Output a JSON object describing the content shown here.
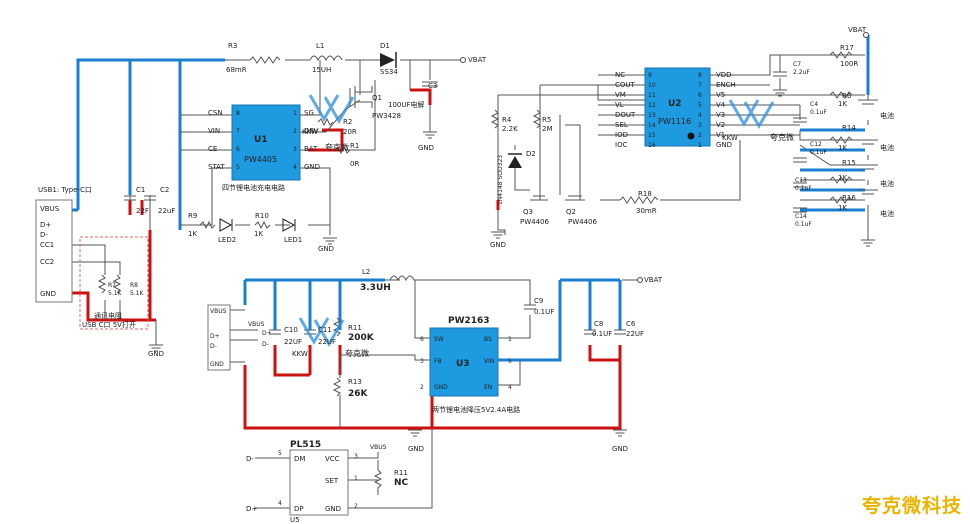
{
  "colors": {
    "chip": "#1e9be0",
    "bus_blue": "#1a7fd1",
    "bus_red": "#cc1111",
    "watermark": "#2a8fe0",
    "corner_text": "#e8b400"
  },
  "circuit1": {
    "caption": "四节锂电池充电电路",
    "usb_label": "USB1: Type-C口",
    "usb_pins": [
      "VBUS",
      "D+",
      "D-",
      "CC1",
      "CC2",
      "GND"
    ],
    "cc_note": "通讯电阻",
    "cc_note2": "USB C口 5V打开",
    "u1": {
      "name": "U1",
      "part": "PW4405",
      "pins_left": [
        {
          "n": "8",
          "l": "CSN"
        },
        {
          "n": "7",
          "l": "VIN"
        },
        {
          "n": "6",
          "l": "CE"
        },
        {
          "n": "5",
          "l": "STAT"
        }
      ],
      "pins_right": [
        {
          "n": "1",
          "l": "SG"
        },
        {
          "n": "2",
          "l": "DRV"
        },
        {
          "n": "3",
          "l": "BAT"
        },
        {
          "n": "4",
          "l": "GND"
        }
      ]
    },
    "r3": {
      "ref": "R3",
      "val": "68mR"
    },
    "l1": {
      "ref": "L1",
      "val": "15UH"
    },
    "d1": {
      "ref": "D1",
      "val": "SS34"
    },
    "q1": {
      "ref": "Q1",
      "val": "PW3428"
    },
    "c3": {
      "ref": "C3",
      "val": "100UF电解"
    },
    "r2": {
      "ref": "R2",
      "val": "20R"
    },
    "r1": {
      "ref": "R1",
      "val": "0R"
    },
    "c1": {
      "ref": "C1",
      "val": "22F"
    },
    "c2": {
      "ref": "C2",
      "val": "22uF"
    },
    "r9": {
      "ref": "R9",
      "val": "1K"
    },
    "r10": {
      "ref": "R10",
      "val": "1K"
    },
    "led2": "LED2",
    "led1": "LED1",
    "r7": {
      "ref": "R7",
      "val": "5.1K"
    },
    "r8": {
      "ref": "R8",
      "val": "5.1K"
    },
    "gnd": "GND",
    "vbat": "VBAT"
  },
  "circuit2": {
    "u2": {
      "name": "U2",
      "part": "PW1116",
      "pins_left": [
        {
          "n": "9",
          "l": "NC"
        },
        {
          "n": "10",
          "l": "COUT"
        },
        {
          "n": "11",
          "l": "VM"
        },
        {
          "n": "12",
          "l": "VL"
        },
        {
          "n": "13",
          "l": "DOUT"
        },
        {
          "n": "14",
          "l": "SEL"
        },
        {
          "n": "15",
          "l": "IOD"
        },
        {
          "n": "16",
          "l": "IOC"
        }
      ],
      "pins_right": [
        {
          "n": "8",
          "l": "VDD"
        },
        {
          "n": "7",
          "l": "ENCH"
        },
        {
          "n": "6",
          "l": "V5"
        },
        {
          "n": "5",
          "l": "V4"
        },
        {
          "n": "4",
          "l": "V3"
        },
        {
          "n": "3",
          "l": "V2"
        },
        {
          "n": "2",
          "l": "V1"
        },
        {
          "n": "1",
          "l": "GND"
        }
      ]
    },
    "r4": {
      "ref": "R4",
      "val": "2.2K"
    },
    "r5": {
      "ref": "R5",
      "val": "2M"
    },
    "d2": {
      "ref": "D2",
      "val": "1N4148 SOD323"
    },
    "q3": {
      "ref": "Q3",
      "val": "PW4406"
    },
    "q2": {
      "ref": "Q2",
      "val": "PW4406"
    },
    "r18": {
      "ref": "R18",
      "val": "30mR"
    },
    "r17": {
      "ref": "R17",
      "val": "100R"
    },
    "c7": {
      "ref": "C7",
      "val": "2.2uF"
    },
    "c4": {
      "ref": "C4",
      "val": "0.1uF"
    },
    "c12": {
      "ref": "C12",
      "val": "0.1uF"
    },
    "c13": {
      "ref": "C13",
      "val": "0.1uF"
    },
    "c14": {
      "ref": "C14",
      "val": "0.1uF"
    },
    "r6": {
      "ref": "R6",
      "val": "1K"
    },
    "r14": {
      "ref": "R14",
      "val": "1K"
    },
    "r15": {
      "ref": "R15",
      "val": "1K"
    },
    "r16": {
      "ref": "R16",
      "val": "1K"
    },
    "cells": [
      "电池",
      "电池",
      "电池",
      "电池"
    ],
    "vbat": "VBAT",
    "gnd": "GND"
  },
  "circuit3": {
    "caption": "两节锂电池降压5V2.4A电路",
    "u3": {
      "name": "U3",
      "part": "PW2163",
      "pins_left": [
        {
          "n": "6",
          "l": "SW"
        },
        {
          "n": "3",
          "l": "FB"
        },
        {
          "n": "2",
          "l": "GND"
        }
      ],
      "pins_right": [
        {
          "n": "1",
          "l": "BS"
        },
        {
          "n": "5",
          "l": "VIN"
        },
        {
          "n": "4",
          "l": "EN"
        }
      ]
    },
    "usb_pins": [
      "VBUS",
      "D+",
      "D-",
      "GND"
    ],
    "usb_side": [
      "VBUS",
      "D+",
      "D-"
    ],
    "l2": {
      "ref": "L2",
      "val": "3.3UH"
    },
    "c9": {
      "ref": "C9",
      "val": "0.1UF"
    },
    "c10": {
      "ref": "C10",
      "val": "22UF"
    },
    "c11": {
      "ref": "C11",
      "val": "22UF"
    },
    "r11": {
      "ref": "R11",
      "val": "200K"
    },
    "r13": {
      "ref": "R13",
      "val": "26K"
    },
    "c8": {
      "ref": "C8",
      "val": "0.1UF"
    },
    "c6": {
      "ref": "C6",
      "val": "22UF"
    },
    "vbat": "VBAT",
    "gnd": "GND",
    "pl515": {
      "name": "PL515",
      "ref": "U5",
      "pins_left": [
        {
          "n": "5",
          "l": "DM"
        },
        {
          "n": "4",
          "l": "DP"
        }
      ],
      "pins_right": [
        {
          "n": "3",
          "l": "VCC"
        },
        {
          "n": "1",
          "l": "SET"
        },
        {
          "n": "2",
          "l": "GND"
        }
      ],
      "dm_net": "D-",
      "dp_net": "D+",
      "vbus": "VBUS"
    },
    "r11b": {
      "ref": "R11",
      "val": "NC"
    }
  },
  "watermark": {
    "logo": "KKW",
    "text": "夸克微"
  },
  "corner_brand": "夸克微科技"
}
